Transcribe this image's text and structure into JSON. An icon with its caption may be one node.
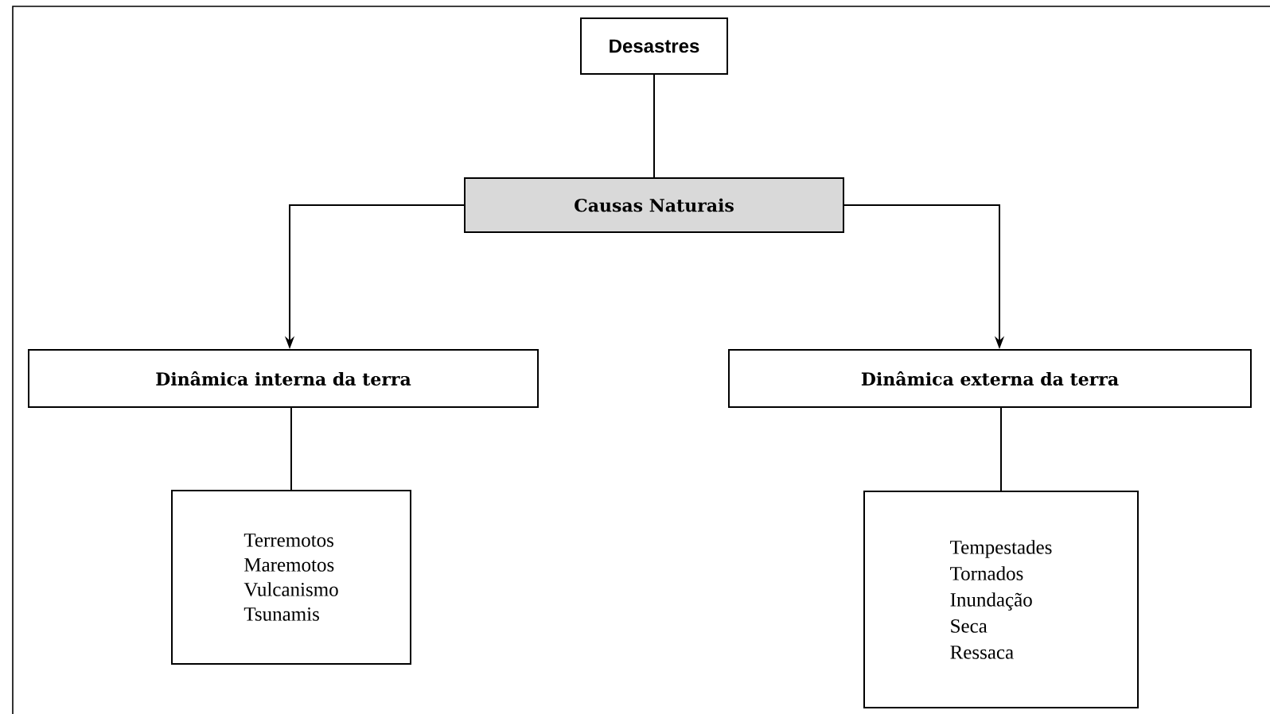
{
  "diagram": {
    "nodes": [
      {
        "text": [
          "Desastres"
        ]
      },
      {
        "text": [
          "Causas Naturais"
        ]
      },
      {
        "text": [
          "Dinâmica interna da terra"
        ]
      },
      {
        "text": [
          "Dinâmica externa da terra"
        ]
      },
      {
        "text": [
          "Terremotos",
          "Maremotos",
          "Vulcanismo",
          "Tsunamis"
        ]
      },
      {
        "text": [
          "Tempestades",
          "Tornados",
          "Inundação",
          "Seca",
          "Ressaca"
        ]
      }
    ],
    "edges": [
      {
        "from": 0,
        "to": 1,
        "arrow": "none"
      },
      {
        "from": 1,
        "to": 2,
        "arrow": "to"
      },
      {
        "from": 1,
        "to": 3,
        "arrow": "to"
      },
      {
        "from": 2,
        "to": 4,
        "arrow": "none"
      },
      {
        "from": 3,
        "to": 5,
        "arrow": "none"
      }
    ]
  }
}
